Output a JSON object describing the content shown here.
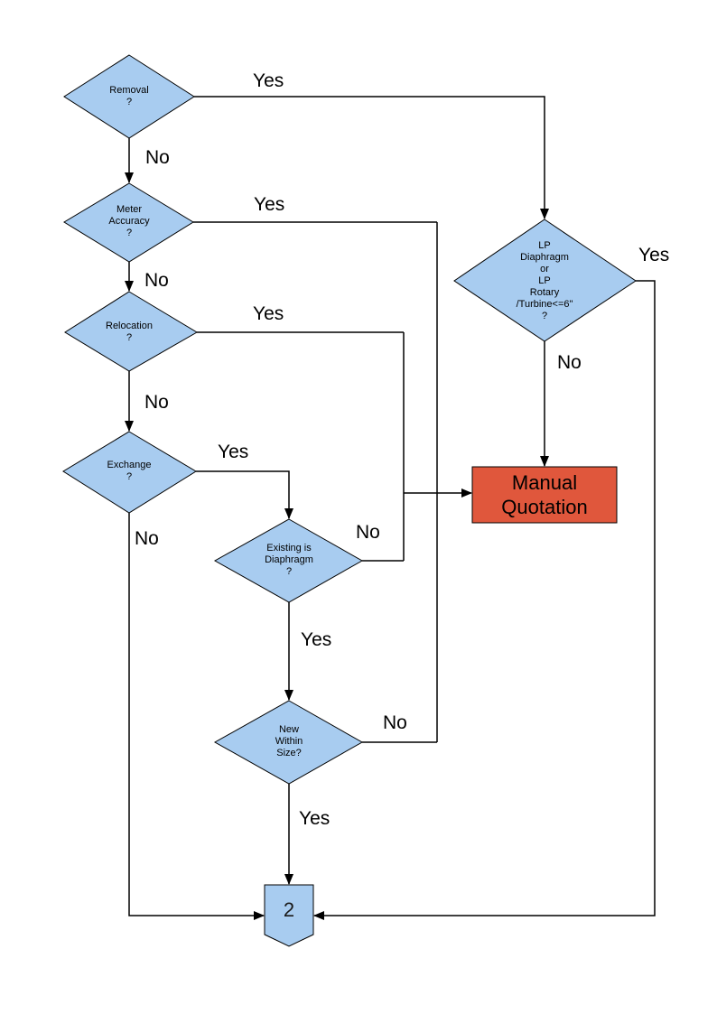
{
  "colors": {
    "node_fill": "#A8CCF0",
    "terminal_fill": "#E0573C",
    "line": "#000000"
  },
  "nodes": {
    "removal": {
      "label": "Removal\n?"
    },
    "meter_accuracy": {
      "label": "Meter\nAccuracy\n?"
    },
    "relocation": {
      "label": "Relocation\n?"
    },
    "exchange": {
      "label": "Exchange\n?"
    },
    "existing_is_diaphragm": {
      "label": "Existing is\nDiaphragm\n?"
    },
    "new_within_size": {
      "label": "New\nWithin\nSize?"
    },
    "lp_meter_type": {
      "label": "LP\nDiaphragm\nor\nLP\nRotary\n/Turbine<=6\"\n?"
    },
    "manual_quotation": {
      "label": "Manual\nQuotation"
    },
    "offpage_connector": {
      "label": "2"
    }
  },
  "edge_labels": {
    "removal_yes": "Yes",
    "removal_no": "No",
    "meter_accuracy_yes": "Yes",
    "meter_accuracy_no": "No",
    "relocation_yes": "Yes",
    "relocation_no": "No",
    "exchange_yes": "Yes",
    "exchange_no": "No",
    "existing_is_diaphragm_no": "No",
    "existing_is_diaphragm_yes": "Yes",
    "new_within_size_no": "No",
    "new_within_size_yes": "Yes",
    "lp_meter_type_yes": "Yes",
    "lp_meter_type_no": "No"
  }
}
